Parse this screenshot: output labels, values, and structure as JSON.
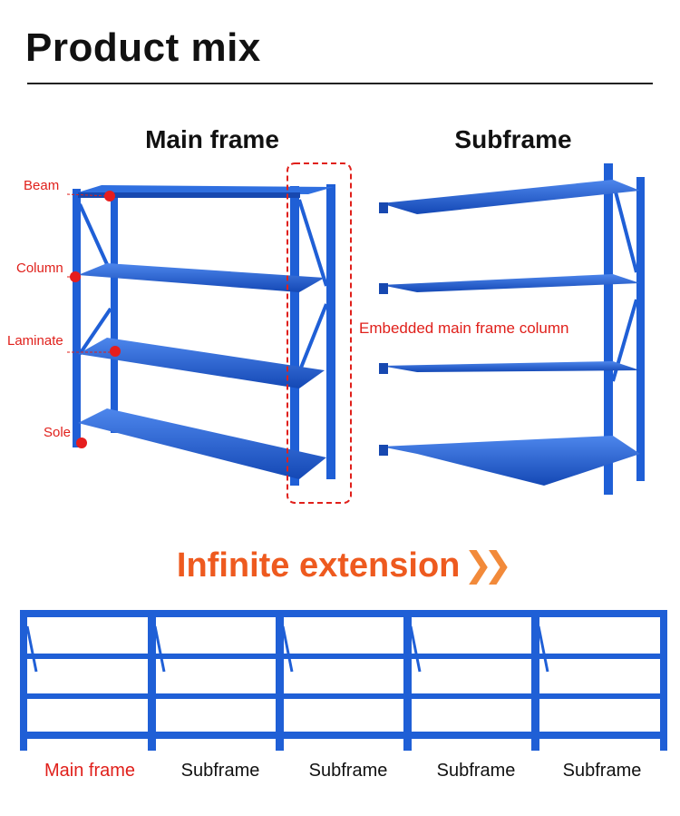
{
  "page_title": "Product mix",
  "main_frame": {
    "heading": "Main frame",
    "parts": [
      "Beam",
      "Column",
      "Laminate",
      "Sole"
    ]
  },
  "subframe": {
    "heading": "Subframe",
    "callout": "Embedded main frame column"
  },
  "extension": {
    "heading": "Infinite extension",
    "arrow": "❯❯"
  },
  "row_labels": [
    "Main frame",
    "Subframe",
    "Subframe",
    "Subframe",
    "Subframe"
  ],
  "colors": {
    "accent_red": "#e0201b",
    "orange": "#ee5a1f",
    "shelf_blue": "#1f5fd6"
  }
}
